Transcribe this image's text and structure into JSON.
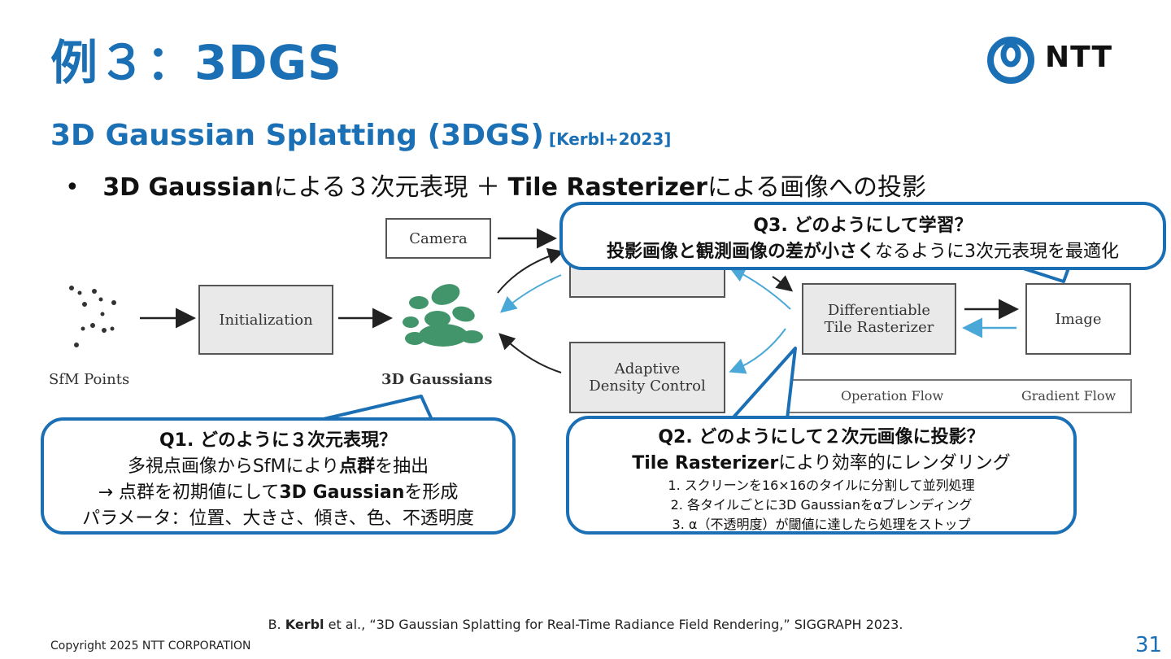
{
  "slide": {
    "title": "例３：3DGS",
    "logo_text": "NTT",
    "subtitle": "3D Gaussian Splatting (3DGS)",
    "subtitle_cite": "[Kerbl+2023]",
    "bullet": {
      "marker": "•",
      "part1_bold": "3D Gaussian",
      "part2": "による３次元表現 ＋ ",
      "part3_bold": "Tile Rasterizer",
      "part4": "による画像への投影"
    },
    "page_number": "31",
    "copyright": "Copyright 2025 NTT CORPORATION",
    "reference": {
      "pre": "B. ",
      "bold": "Kerbl",
      "post": " et al., “3D Gaussian Splatting for Real-Time Radiance Field Rendering,” SIGGRAPH 2023."
    }
  },
  "diagram": {
    "sfm_label": "SfM Points",
    "init_box": "Initialization",
    "gauss_label": "3D Gaussians",
    "camera_box": "Camera",
    "adc_line1": "Adaptive",
    "adc_line2": "Density Control",
    "dtr_line1": "Differentiable",
    "dtr_line2": "Tile Rasterizer",
    "image_box": "Image",
    "legend_op": "Operation Flow",
    "legend_grad": "Gradient Flow"
  },
  "callouts": {
    "q1": {
      "title": "Q1. どのように３次元表現？",
      "l1_a": "多視点画像からSfMにより",
      "l1_b": "点群",
      "l1_c": "を抽出",
      "l2_a": "→ 点群を初期値にして",
      "l2_b": "3D Gaussian",
      "l2_c": "を形成",
      "l3": "パラメータ：位置、大きさ、傾き、色、不透明度"
    },
    "q2": {
      "title": "Q2. どのようにして２次元画像に投影？",
      "l1_a": "Tile Rasterizer",
      "l1_b": "により効率的にレンダリング",
      "s1": "1. スクリーンを16×16のタイルに分割して並列処理",
      "s2": "2. 各タイルごとに3D Gaussianをαブレンディング",
      "s3": "3. α（不透明度）が閾値に達したら処理をストップ"
    },
    "q3": {
      "title": "Q3. どのようにして学習？",
      "l1_a": "投影画像と観測画像の差が小さく",
      "l1_b": "なるように3次元表現を最適化"
    }
  },
  "colors": {
    "accent": "#1a6fb5",
    "gradient_arrow": "#4aa8d8",
    "box_fill": "#e9e9e9"
  }
}
